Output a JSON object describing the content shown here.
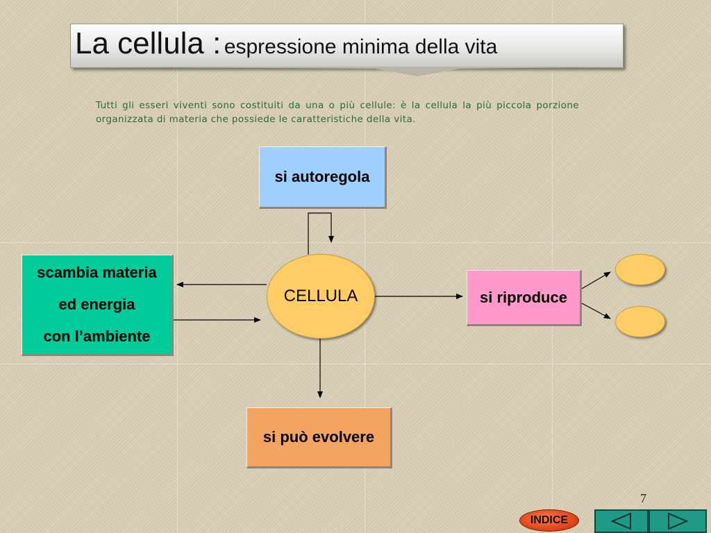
{
  "title": {
    "main": "La cellula :",
    "subtitle": "espressione minima della vita"
  },
  "intro": "Tutti gli esseri viventi sono costituiti da una o più cellule: è la cellula la più piccola porzione organizzata di materia che possiede le caratteristiche della vita.",
  "diagram": {
    "center": "CELLULA",
    "autoregola": "si autoregola",
    "scambia": {
      "line1": "scambia materia",
      "line2": "ed energia",
      "line3": "con l’ambiente"
    },
    "riproduce": "si riproduce",
    "evolvere": "si può evolvere"
  },
  "footer": {
    "page_number": "7",
    "indice_label": "INDICE",
    "prev_icon": "triangle-left-icon",
    "next_icon": "triangle-right-icon"
  },
  "colors": {
    "autoregola": "#9fcfff",
    "scambia": "#00cc99",
    "riproduce": "#ff99cc",
    "evolvere": "#f4a460",
    "cellula": "#ffcc66",
    "nav": "#1f9a86",
    "indice": "#e0471b",
    "intro_text": "#2d6a2d"
  }
}
